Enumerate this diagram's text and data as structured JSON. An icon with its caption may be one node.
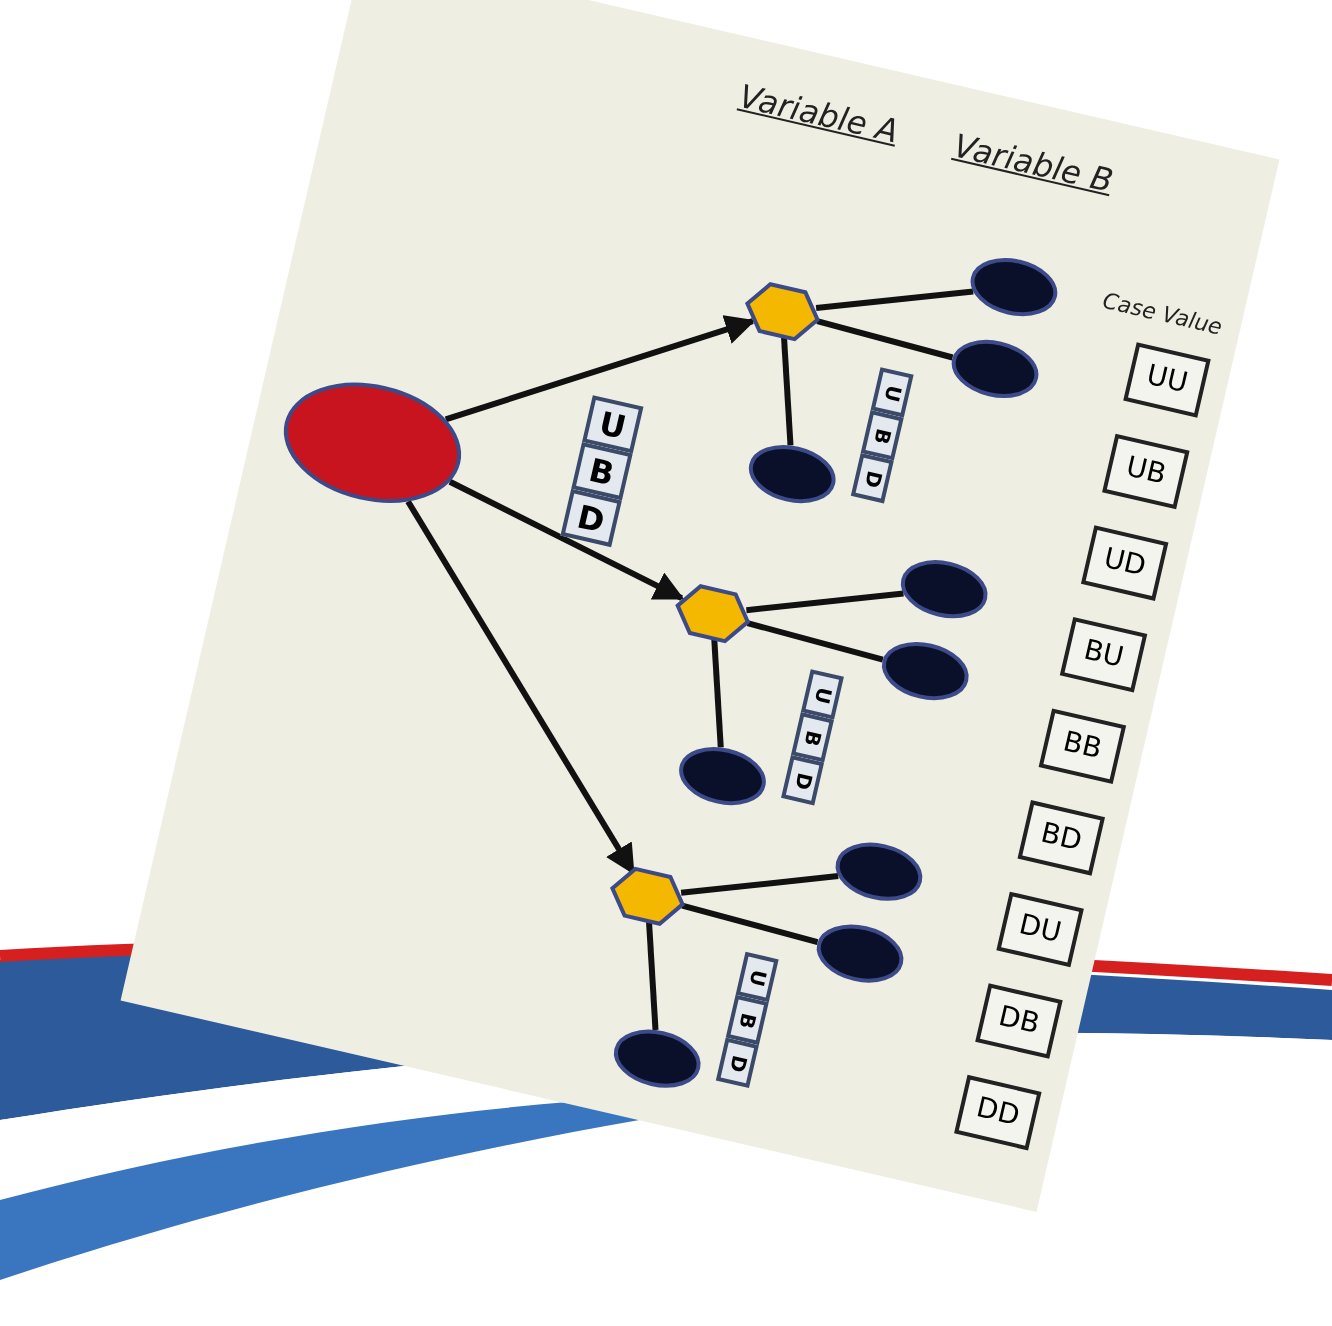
{
  "diagram": {
    "nodes": [
      {
        "text": [],
        "shape": "ellipse"
      },
      {
        "text": [
          "U"
        ]
      },
      {
        "text": [
          "B"
        ]
      },
      {
        "text": [
          "D"
        ]
      },
      {
        "text": [],
        "shape": "hexagon"
      },
      {
        "text": [
          "U"
        ]
      },
      {
        "text": [
          "B"
        ]
      },
      {
        "text": [
          "D"
        ]
      },
      {
        "text": [],
        "shape": "ellipse"
      },
      {
        "text": [],
        "shape": "ellipse"
      },
      {
        "text": [],
        "shape": "ellipse"
      },
      {
        "text": [],
        "shape": "hexagon"
      },
      {
        "text": [
          "U"
        ]
      },
      {
        "text": [
          "B"
        ]
      },
      {
        "text": [
          "D"
        ]
      },
      {
        "text": [],
        "shape": "ellipse"
      },
      {
        "text": [],
        "shape": "ellipse"
      },
      {
        "text": [],
        "shape": "ellipse"
      },
      {
        "text": [],
        "shape": "hexagon"
      },
      {
        "text": [
          "U"
        ]
      },
      {
        "text": [
          "B"
        ]
      },
      {
        "text": [
          "D"
        ]
      },
      {
        "text": [],
        "shape": "ellipse"
      },
      {
        "text": [],
        "shape": "ellipse"
      },
      {
        "text": [],
        "shape": "ellipse"
      },
      {
        "text": [
          "UU"
        ]
      },
      {
        "text": [
          "UB"
        ]
      },
      {
        "text": [
          "UD"
        ]
      },
      {
        "text": [
          "BU"
        ]
      },
      {
        "text": [
          "BB"
        ]
      },
      {
        "text": [
          "BD"
        ]
      },
      {
        "text": [
          "DU"
        ]
      },
      {
        "text": [
          "DB"
        ]
      },
      {
        "text": [
          "DD"
        ]
      }
    ],
    "edges": [
      {
        "from": 0,
        "to": 4,
        "arrow": "to"
      },
      {
        "from": 0,
        "to": 11,
        "arrow": "to"
      },
      {
        "from": 0,
        "to": 18,
        "arrow": "to"
      },
      {
        "from": 4,
        "to": 8,
        "arrow": "none"
      },
      {
        "from": 4,
        "to": 9,
        "arrow": "none"
      },
      {
        "from": 4,
        "to": 10,
        "arrow": "none"
      },
      {
        "from": 11,
        "to": 15,
        "arrow": "none"
      },
      {
        "from": 11,
        "to": 16,
        "arrow": "none"
      },
      {
        "from": 11,
        "to": 17,
        "arrow": "none"
      },
      {
        "from": 18,
        "to": 22,
        "arrow": "none"
      },
      {
        "from": 18,
        "to": 23,
        "arrow": "none"
      },
      {
        "from": 18,
        "to": 24,
        "arrow": "none"
      }
    ],
    "labels": [
      "Variable A",
      "Variable B",
      "Case Value"
    ]
  }
}
